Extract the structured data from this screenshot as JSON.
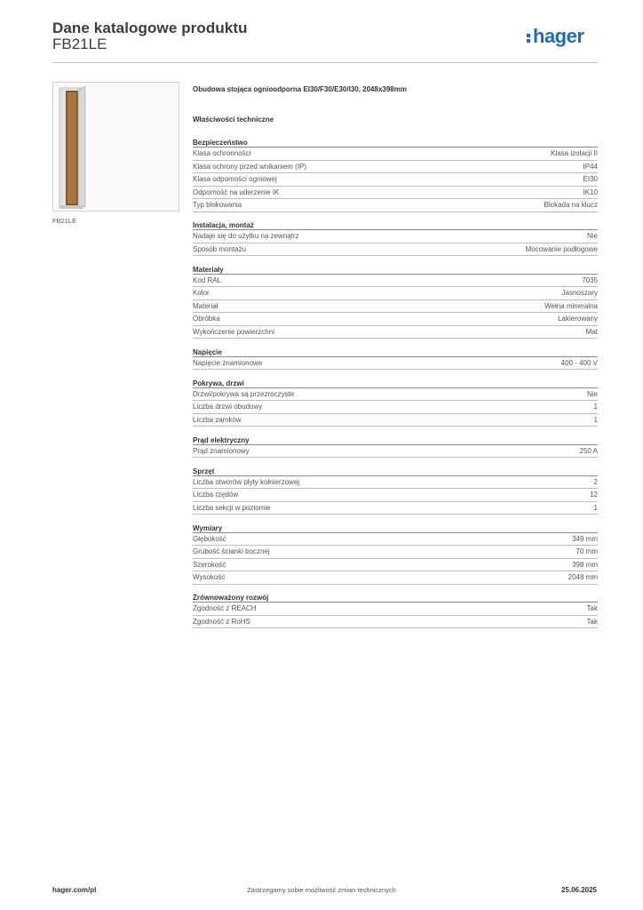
{
  "header": {
    "title": "Dane katalogowe produktu",
    "product_code": "FB21LE",
    "brand_logo": "hager",
    "brand_color": "#1c6dbf"
  },
  "image": {
    "caption": "FB21LE"
  },
  "product": {
    "description": "Obudowa stojąca ognioodporna EI30/F30/E30/I30, 2048x398mm"
  },
  "specs_title": "Właściwości techniczne",
  "sections": [
    {
      "title": "Bezpieczeństwo",
      "rows": [
        {
          "label": "Klasa ochronności",
          "value": "Klasa izolacji II"
        },
        {
          "label": "Klasa ochrony przed wnikaniem (IP)",
          "value": "IP44"
        },
        {
          "label": "Klasa odpomości ogniowej",
          "value": "EI30"
        },
        {
          "label": "Odporność na uderzenie IK",
          "value": "IK10"
        },
        {
          "label": "Typ blokowania",
          "value": "Blokada na klucz"
        }
      ]
    },
    {
      "title": "Instalacja, montaż",
      "rows": [
        {
          "label": "Nadaje się do użytku na zewnątrz",
          "value": "Nie"
        },
        {
          "label": "Sposób montażu",
          "value": "Mocowanie podłogowe"
        }
      ]
    },
    {
      "title": "Materiały",
      "rows": [
        {
          "label": "Kod RAL",
          "value": "7035"
        },
        {
          "label": "Kolor",
          "value": "Jasnoszary"
        },
        {
          "label": "Materiał",
          "value": "Wełna mineralna"
        },
        {
          "label": "Obróbka",
          "value": "Lakierowany"
        },
        {
          "label": "Wykończenie powierzchni",
          "value": "Mat"
        }
      ]
    },
    {
      "title": "Napięcie",
      "rows": [
        {
          "label": "Napięcie znamionowe",
          "value": "400 - 400 V"
        }
      ]
    },
    {
      "title": "Pokrywa, drzwi",
      "rows": [
        {
          "label": "Drzwi/pokrywa są przezroczyste",
          "value": "Nie"
        },
        {
          "label": "Liczba drzwi obudowy",
          "value": "1"
        },
        {
          "label": "Liczba zamków",
          "value": "1"
        }
      ]
    },
    {
      "title": "Prąd elektryczny",
      "rows": [
        {
          "label": "Prąd znamionowy",
          "value": "250 A"
        }
      ]
    },
    {
      "title": "Sprzęt",
      "rows": [
        {
          "label": "Liczba otworów płyty kołnierzowej",
          "value": "2"
        },
        {
          "label": "Liczba rzędów",
          "value": "12"
        },
        {
          "label": "Liczba sekcji w poziomie",
          "value": "1"
        }
      ]
    },
    {
      "title": "Wymiary",
      "rows": [
        {
          "label": "Głębokość",
          "value": "349 mm"
        },
        {
          "label": "Grubość ścianki bocznej",
          "value": "70 mm"
        },
        {
          "label": "Szerokość",
          "value": "398 mm"
        },
        {
          "label": "Wysokość",
          "value": "2048 mm"
        }
      ]
    },
    {
      "title": "Zrównoważony rozwój",
      "rows": [
        {
          "label": "Zgodność z REACH",
          "value": "Tak"
        },
        {
          "label": "Zgodność z RoHS",
          "value": "Tak"
        }
      ]
    }
  ],
  "footer": {
    "website": "hager.com/pl",
    "note": "Zastrzegamy sobie możliwość zmian technicznych",
    "date": "25.06.2025"
  }
}
